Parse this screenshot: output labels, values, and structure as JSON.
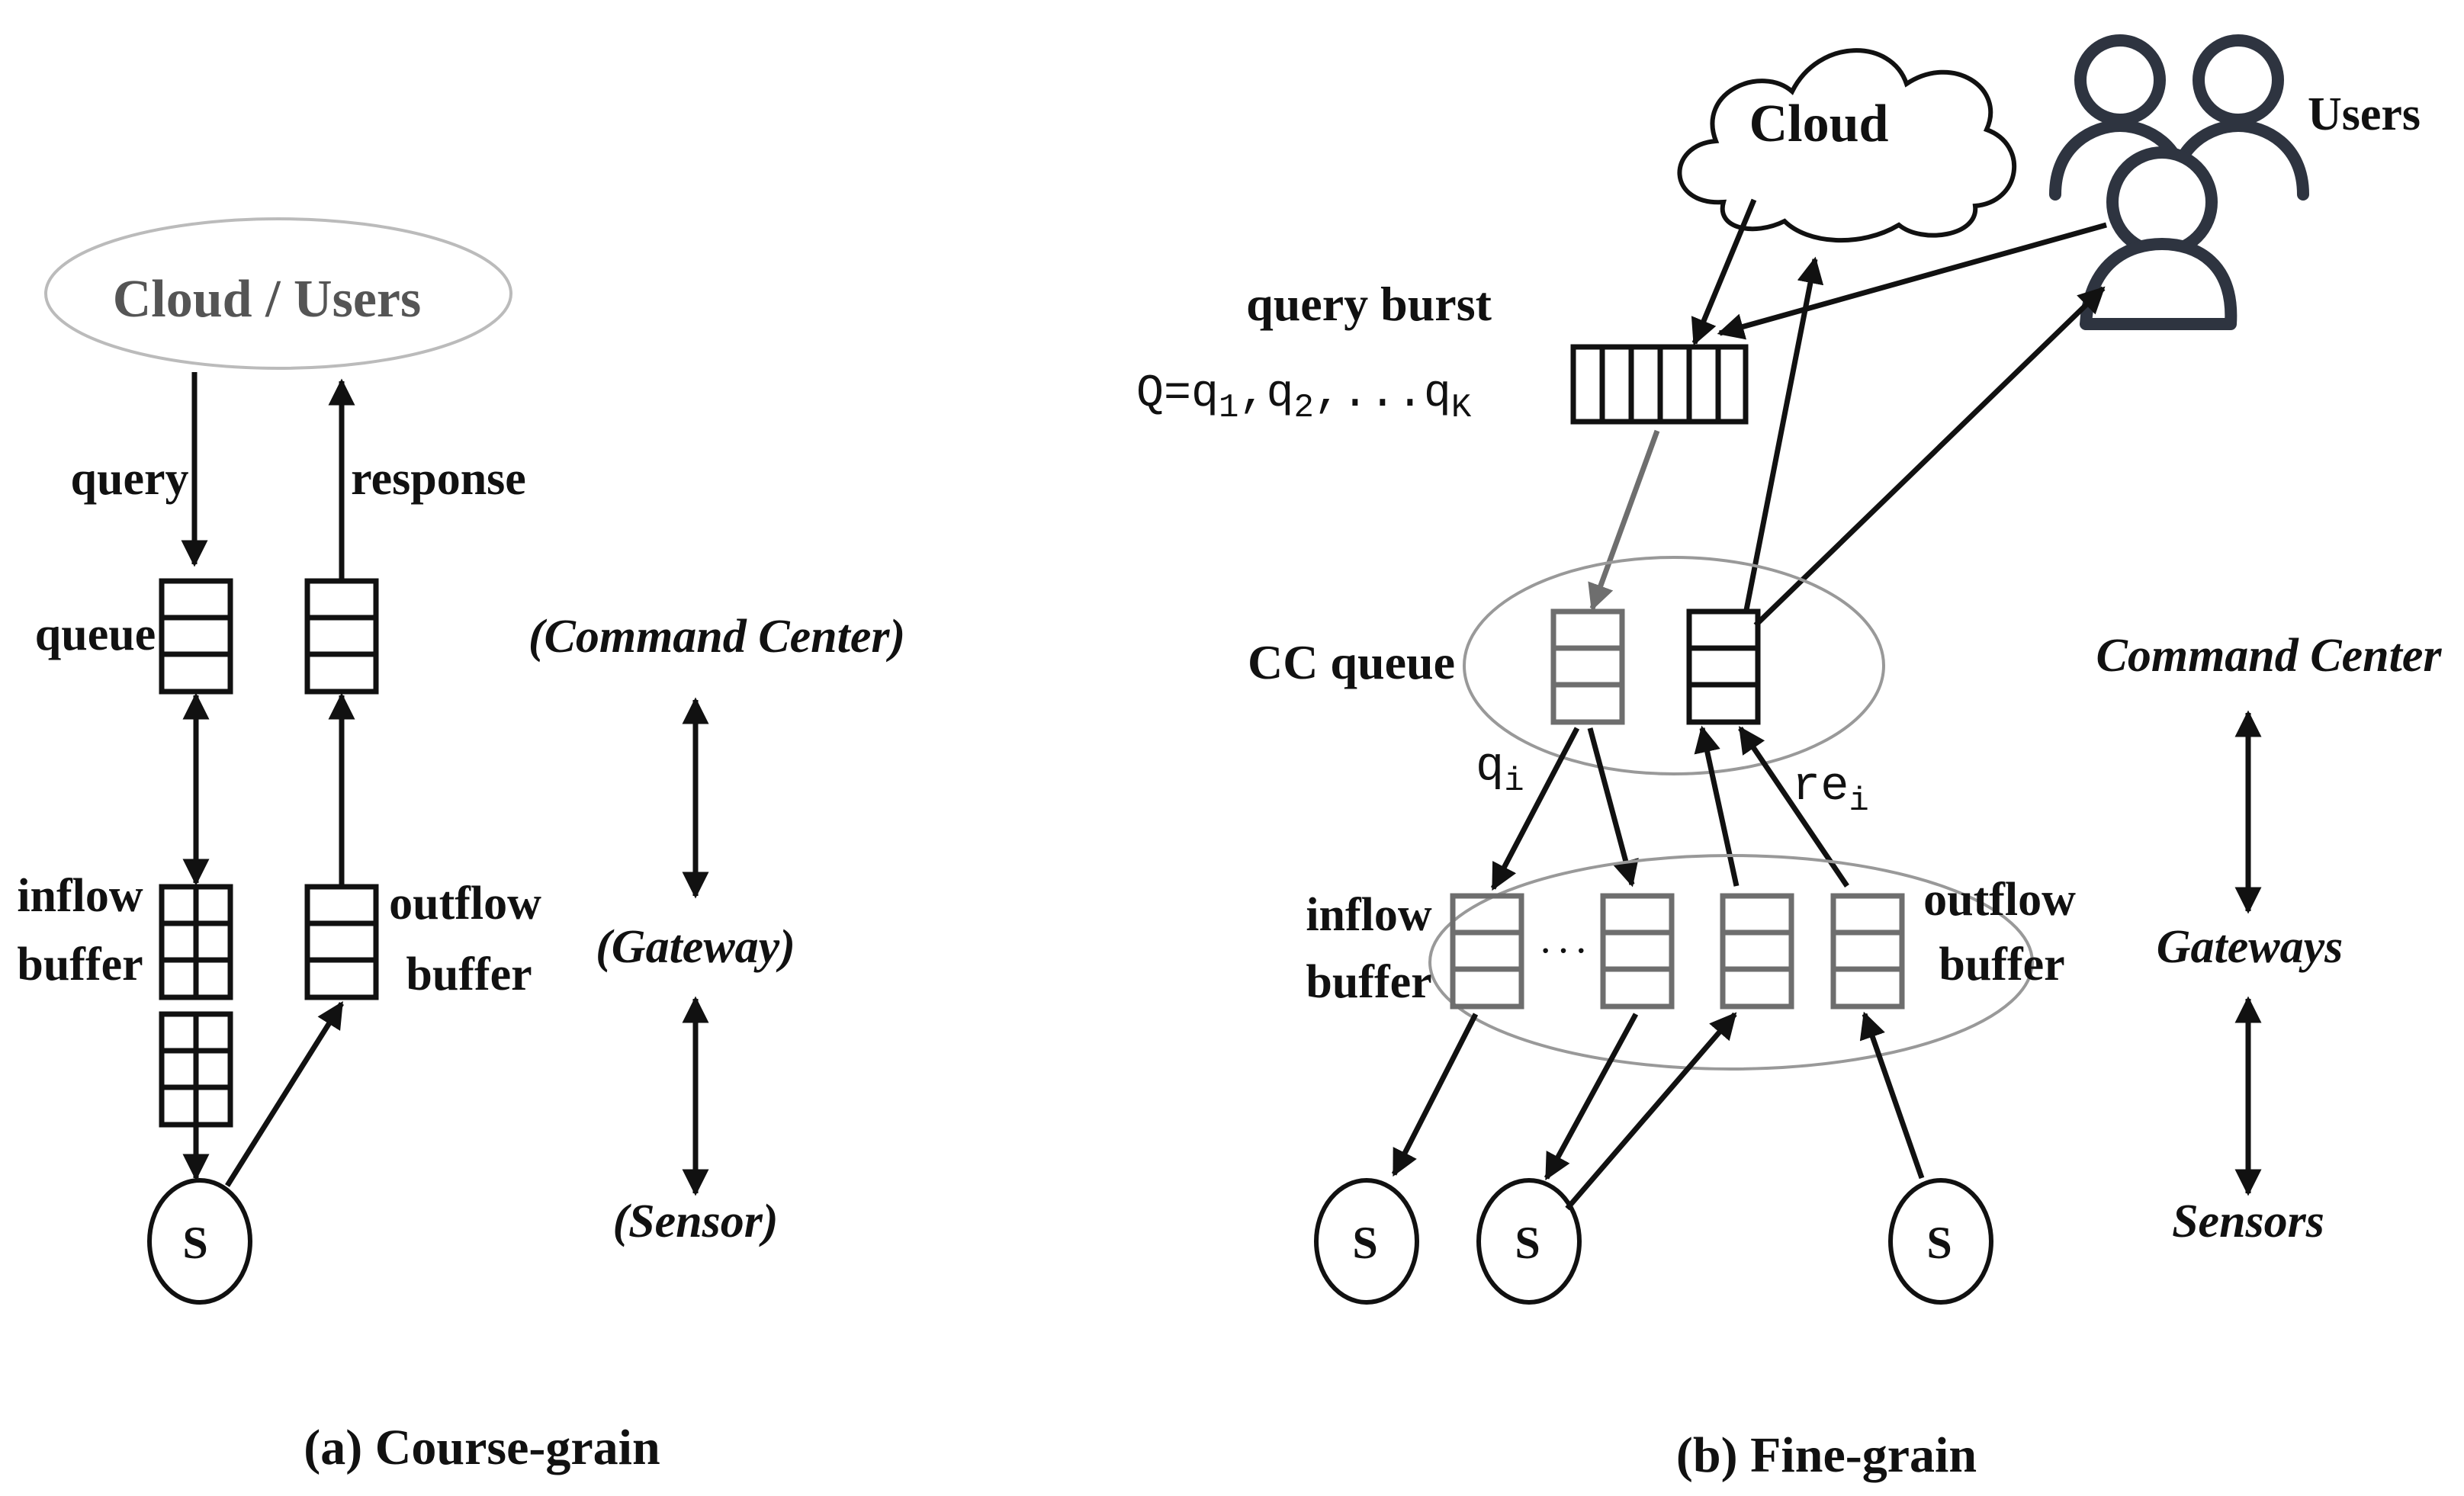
{
  "colors": {
    "ink": "#111111",
    "grey_ink": "#6e6e6e",
    "user_icon": "#2e3440"
  },
  "panel_a": {
    "cloud_users": "Cloud /  Users",
    "query": "query",
    "response": "response",
    "queue": "queue",
    "inflow_1": "inflow",
    "inflow_2": "buffer",
    "outflow_1": "outflow",
    "outflow_2": "buffer",
    "sensor_node": "S",
    "tier_command": "(Command Center)",
    "tier_gateway": "(Gateway)",
    "tier_sensor": "(Sensor)",
    "caption": "(a) Course-grain"
  },
  "panel_b": {
    "cloud": "Cloud",
    "users": "Users",
    "query_burst": "query burst",
    "formula": {
      "prefix": "Q=q",
      "s1": "1",
      "sep1": ",q",
      "s2": "2",
      "sep2": ",...q",
      "sK": "K"
    },
    "cc_queue": "CC queue",
    "q_i": {
      "base": "q",
      "sub": "i"
    },
    "re_i": {
      "base": "re",
      "sub": "i"
    },
    "inflow_1": "inflow",
    "inflow_2": "buffer",
    "outflow_1": "outflow",
    "outflow_2": "buffer",
    "dots": "· · ·",
    "sensor_nodes": [
      "S",
      "S",
      "S"
    ],
    "tier_command": "Command Center",
    "tier_gateway": "Gateways",
    "tier_sensor": "Sensors",
    "caption": "(b) Fine-grain"
  }
}
